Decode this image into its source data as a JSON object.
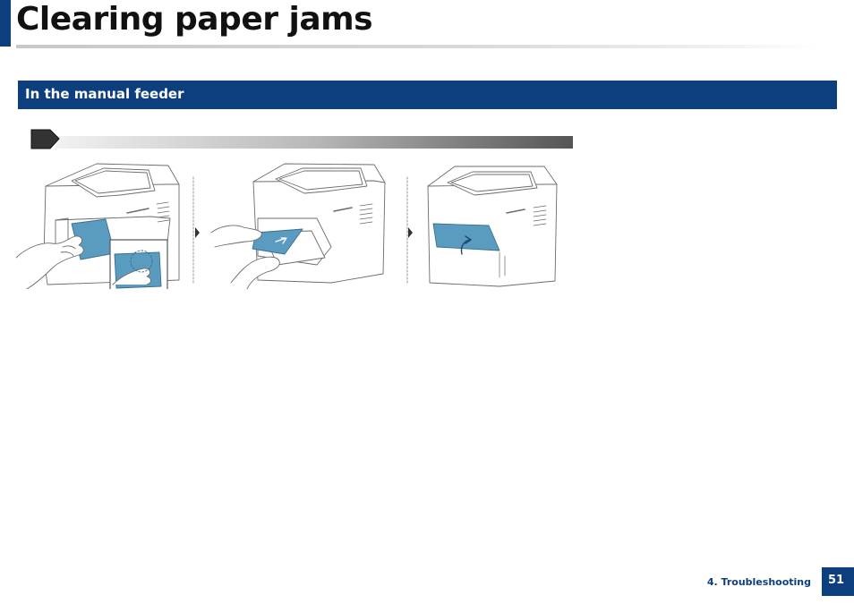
{
  "page": {
    "title": "Clearing paper jams"
  },
  "section": {
    "title": "In the manual feeder"
  },
  "figure": {
    "steps": [
      "step-1-pull-out-jammed-paper",
      "step-2-remove-paper-from-manual-feeder",
      "step-3-close-feeder-cover"
    ]
  },
  "footer": {
    "section_label": "4. Troubleshooting",
    "page_number": "51"
  },
  "colors": {
    "accent": "#0d3f7f",
    "paper_highlight": "#5a9bc0"
  }
}
